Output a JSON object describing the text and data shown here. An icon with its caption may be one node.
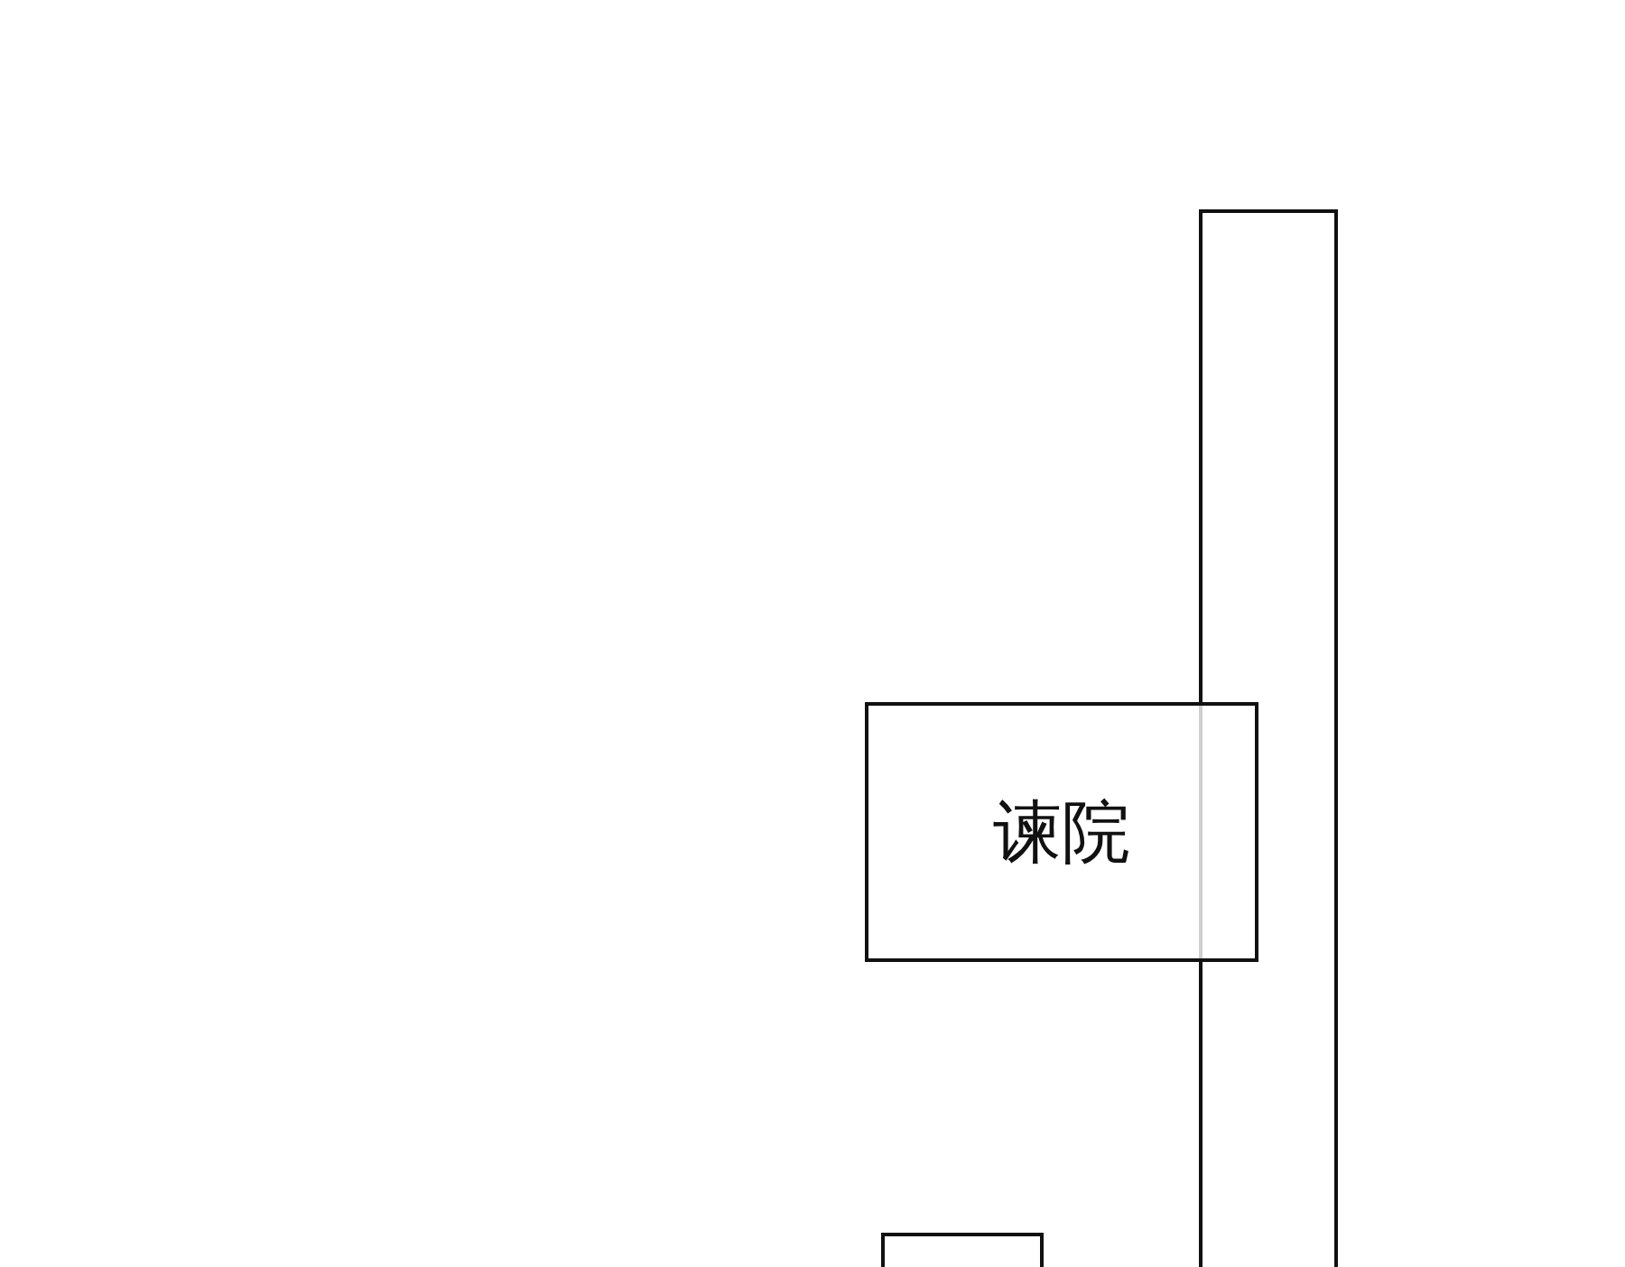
{
  "diagram": {
    "nodes": [
      {
        "text": [],
        "shape": "box"
      },
      {
        "text": [
          "谏院"
        ]
      },
      {
        "text": [],
        "shape": "box"
      }
    ]
  }
}
